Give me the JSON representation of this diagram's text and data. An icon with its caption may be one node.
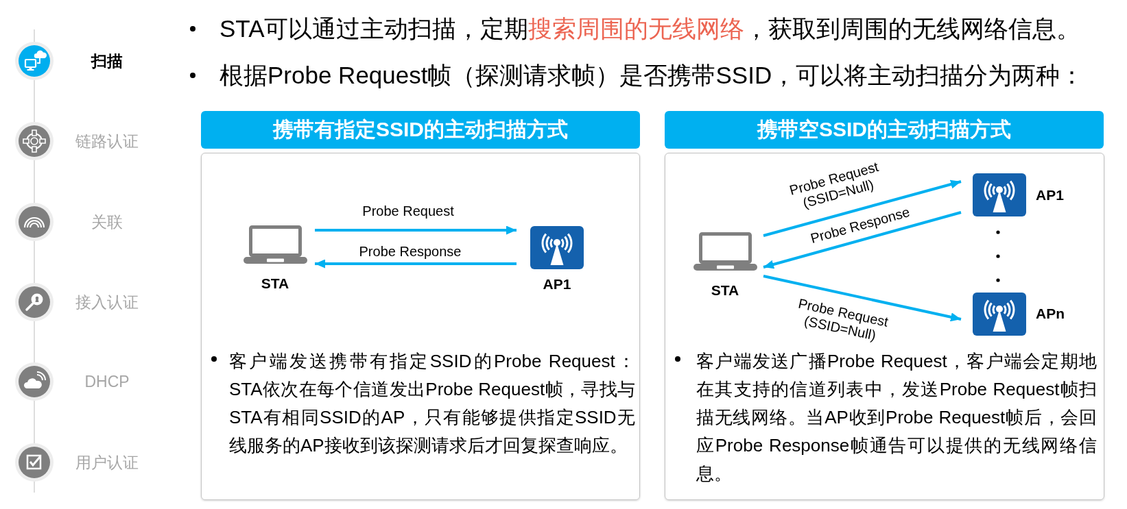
{
  "diagram": {
    "nodes": [
      {
        "text": [],
        "shape": "circle",
        "beside": [
          "扫描"
        ]
      },
      {
        "text": [],
        "shape": "circle",
        "beside": [
          "链路认证"
        ]
      },
      {
        "text": [],
        "shape": "circle",
        "beside": [
          "关联"
        ]
      },
      {
        "text": [],
        "shape": "circle",
        "beside": [
          "接入认证"
        ]
      },
      {
        "text": [],
        "shape": "circle",
        "beside": [
          "DHCP"
        ]
      },
      {
        "text": [],
        "shape": "circle",
        "beside": [
          "用户认证"
        ]
      },
      {
        "text": [
          "携带有指定SSID的主动扫描方式"
        ]
      },
      {
        "text": [
          "客户端发送携带有指定SSID的Probe Request：STA依次在每个信道发出Probe Request帧，寻找与STA有相同SSID的AP，只有能够提供指定SSID无线服务的AP接收到该探测请求后才回复探查响应。"
        ]
      },
      {
        "text": [
          "STA"
        ],
        "in": 7
      },
      {
        "text": [
          "AP1"
        ],
        "in": 7
      },
      {
        "text": [
          "携带空SSID的主动扫描方式"
        ]
      },
      {
        "text": [
          "客户端发送广播Probe Request，客户端会定期地在其支持的信道列表中，发送Probe Request帧扫描无线网络。当AP收到Probe Request帧后，会回应Probe Response帧通告可以提供的无线网络信息。"
        ]
      },
      {
        "text": [
          "STA"
        ],
        "in": 11
      },
      {
        "text": [
          "AP1"
        ],
        "in": 11
      },
      {
        "text": [
          "APn"
        ],
        "in": 11
      }
    ],
    "edges": [
      {
        "from": null,
        "to": 0,
        "arrow": "none"
      },
      {
        "from": 0,
        "to": 1,
        "arrow": "none"
      },
      {
        "from": 1,
        "to": 2,
        "arrow": "none"
      },
      {
        "from": 2,
        "to": 3,
        "arrow": "none"
      },
      {
        "from": 3,
        "to": 4,
        "arrow": "none"
      },
      {
        "from": 4,
        "to": 5,
        "arrow": "none"
      },
      {
        "from": 5,
        "to": null,
        "arrow": "none"
      },
      {
        "from": 8,
        "to": 9,
        "arrow": "to",
        "label": "Probe Request",
        "style": "thick",
        "color": "#00b0f0"
      },
      {
        "from": 9,
        "to": 8,
        "arrow": "to",
        "label": "Probe Response",
        "style": "thick",
        "color": "#00b0f0"
      },
      {
        "from": 12,
        "to": 13,
        "arrow": "to",
        "label": "Probe Request (SSID=Null)",
        "style": "thick",
        "color": "#00b0f0"
      },
      {
        "from": 13,
        "to": 12,
        "arrow": "to",
        "label": "Probe Response",
        "style": "thick",
        "color": "#00b0f0"
      },
      {
        "from": 12,
        "to": 14,
        "arrow": "to",
        "label": "Probe Request (SSID=Null)",
        "style": "thick",
        "color": "#00b0f0"
      }
    ],
    "labels": [
      "STA可以通过主动扫描，定期**搜索周围的无线网络**，获取到周围的无线网络信息。",
      "根据Probe Request帧（探测请求帧）是否携带SSID，可以将主动扫描分为两种："
    ]
  }
}
